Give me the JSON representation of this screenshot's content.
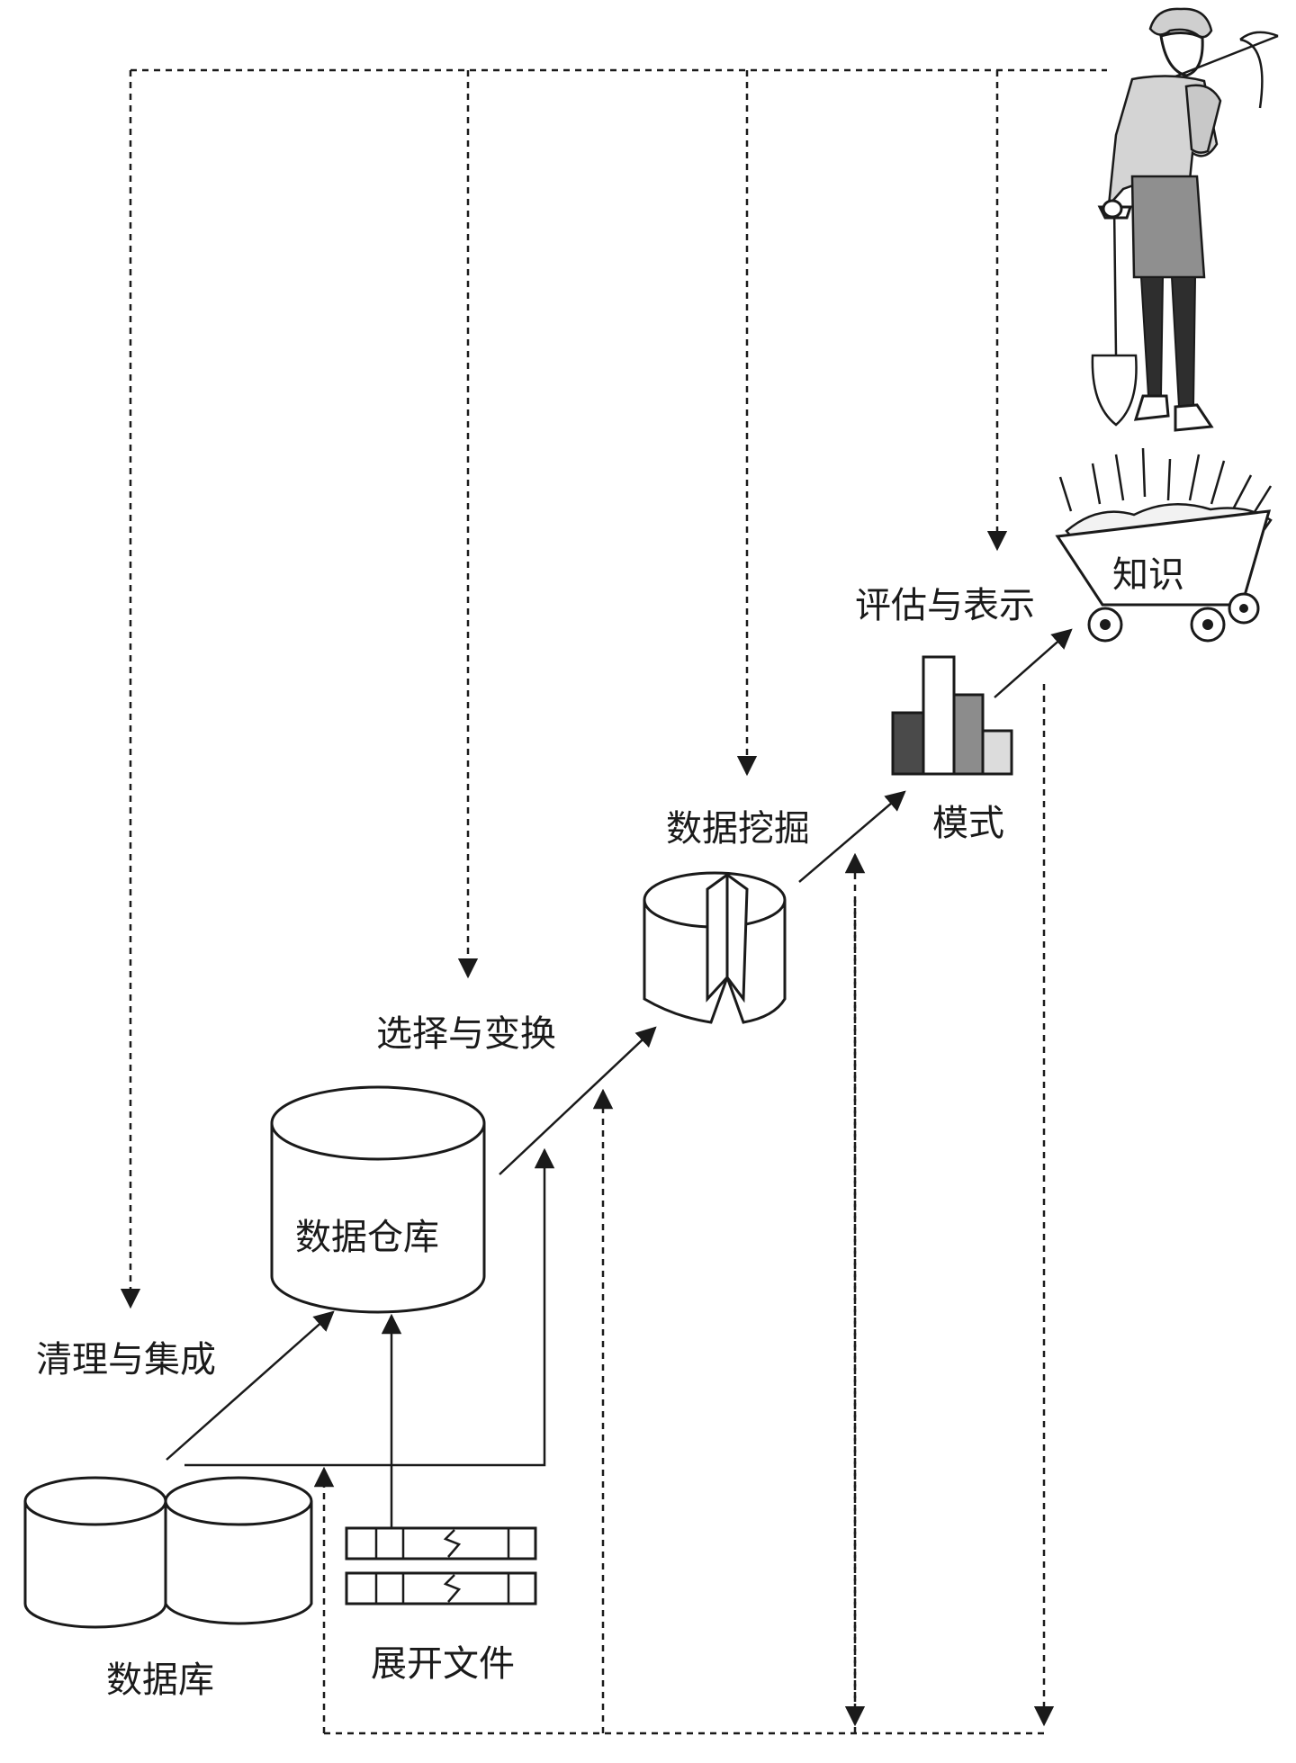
{
  "labels": {
    "database": "数据库",
    "flat_files": "展开文件",
    "cleaning_integration": "清理与集成",
    "data_warehouse": "数据仓库",
    "selection_transformation": "选择与变换",
    "data_mining": "数据挖掘",
    "patterns": "模式",
    "evaluation_presentation": "评估与表示",
    "knowledge": "知识"
  },
  "colors": {
    "stroke": "#1a1a1a",
    "bar_dark": "#4a4a4a",
    "bar_mid": "#8c8c8c",
    "bar_light": "#dcdcdc"
  },
  "icons": [
    "database-cylinders-icon",
    "flat-file-records-icon",
    "data-warehouse-cylinder-icon",
    "data-cube-slice-icon",
    "patterns-bar-chart-icon",
    "knowledge-minecart-icon",
    "miner-person-icon"
  ]
}
